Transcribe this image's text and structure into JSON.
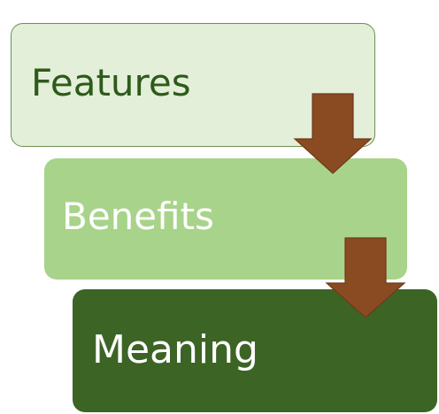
{
  "diagram": {
    "steps": [
      {
        "label": "Features"
      },
      {
        "label": "Benefits"
      },
      {
        "label": "Meaning"
      }
    ],
    "arrows": [
      {
        "from": "Features",
        "to": "Benefits"
      },
      {
        "from": "Benefits",
        "to": "Meaning"
      }
    ]
  },
  "colors": {
    "step_1_fill": "#e3efd9",
    "step_1_border": "#6e8f52",
    "step_1_text": "#2e5a1a",
    "step_2_fill": "#a8d38a",
    "step_2_text": "#ffffff",
    "step_3_fill": "#3c6425",
    "step_3_text": "#ffffff",
    "arrow_fill": "#8a4a22",
    "arrow_stroke": "#6e3a1a"
  }
}
